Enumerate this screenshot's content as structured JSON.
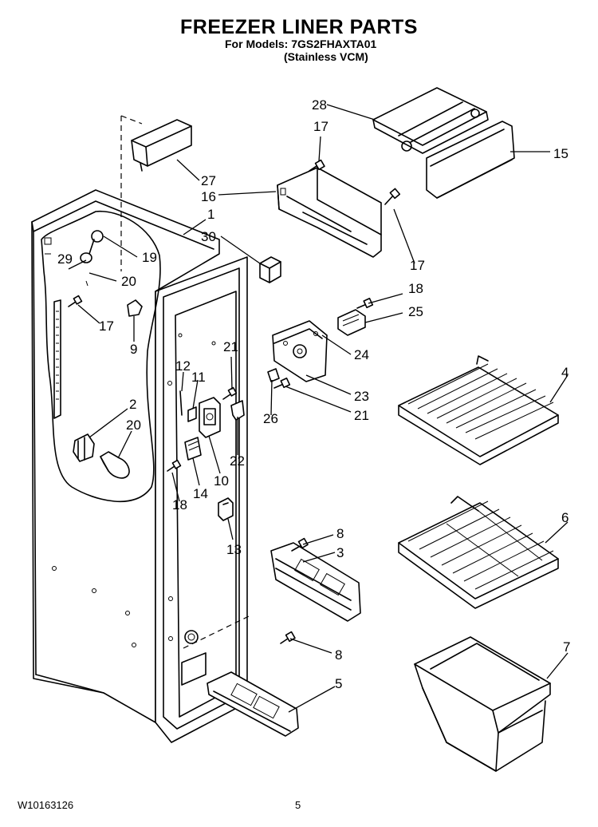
{
  "header": {
    "title": "FREEZER LINER PARTS",
    "models_line": "For Models: 7GS2FHAXTA01",
    "models_sub": "(Stainless VCM)"
  },
  "footer": {
    "doc_number": "W10163126",
    "page_number": "5"
  },
  "callouts": {
    "c28": "28",
    "c17a": "17",
    "c15": "15",
    "c27": "27",
    "c16": "16",
    "c1": "1",
    "c30": "30",
    "c19": "19",
    "c29": "29",
    "c20a": "20",
    "c17b": "17",
    "c17c": "17",
    "c9": "9",
    "c18a": "18",
    "c25": "25",
    "c21a": "21",
    "c12": "12",
    "c11": "11",
    "c24": "24",
    "c4": "4",
    "c23": "23",
    "c21b": "21",
    "c26": "26",
    "c2": "2",
    "c20b": "20",
    "c22": "22",
    "c10": "10",
    "c14": "14",
    "c18b": "18",
    "c6": "6",
    "c8a": "8",
    "c13": "13",
    "c3": "3",
    "c8b": "8",
    "c5": "5",
    "c7": "7"
  }
}
